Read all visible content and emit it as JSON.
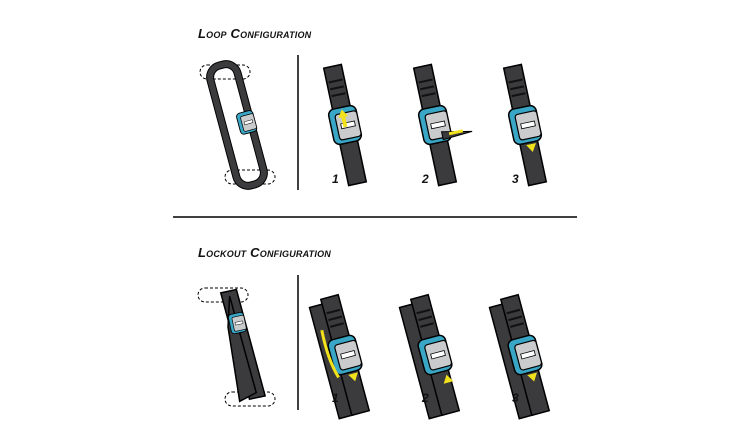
{
  "sections": [
    {
      "title": "Loop Configuration",
      "steps": [
        "1",
        "2",
        "3"
      ]
    },
    {
      "title": "Lockout Configuration",
      "steps": [
        "1",
        "2",
        "3"
      ]
    }
  ],
  "colors": {
    "strap": "#3b3b3d",
    "buckle": "#3aa6c6",
    "metal": "#c9cbcc",
    "arrow": "#f2e21c"
  }
}
